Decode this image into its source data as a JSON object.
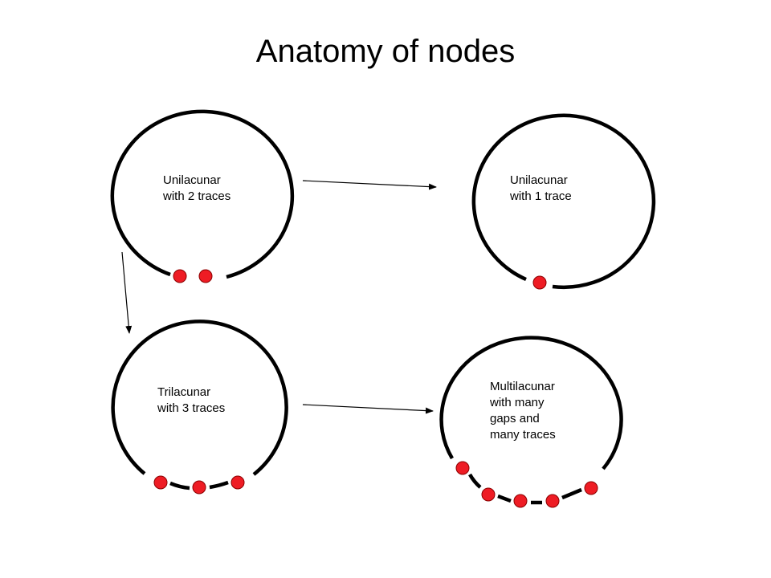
{
  "title": "Anatomy of nodes",
  "colors": {
    "stroke": "#000000",
    "trace_fill": "#ee1c24",
    "trace_stroke": "#8b0000"
  },
  "nodes": [
    {
      "id": "unilacunar-2",
      "label_lines": [
        "Unilacunar",
        "with 2 traces"
      ],
      "gaps": 1,
      "traces": 2
    },
    {
      "id": "unilacunar-1",
      "label_lines": [
        "Unilacunar",
        "with 1 trace"
      ],
      "gaps": 1,
      "traces": 1
    },
    {
      "id": "trilacunar-3",
      "label_lines": [
        "Trilacunar",
        "with 3 traces"
      ],
      "gaps": 3,
      "traces": 3
    },
    {
      "id": "multilacunar",
      "label_lines": [
        "Multilacunar",
        "with many",
        "gaps and",
        "many traces"
      ],
      "gaps": "many",
      "traces": "many"
    }
  ],
  "arrows": [
    {
      "from": "unilacunar-2",
      "to": "unilacunar-1"
    },
    {
      "from": "unilacunar-2",
      "to": "trilacunar-3"
    },
    {
      "from": "trilacunar-3",
      "to": "multilacunar"
    }
  ]
}
